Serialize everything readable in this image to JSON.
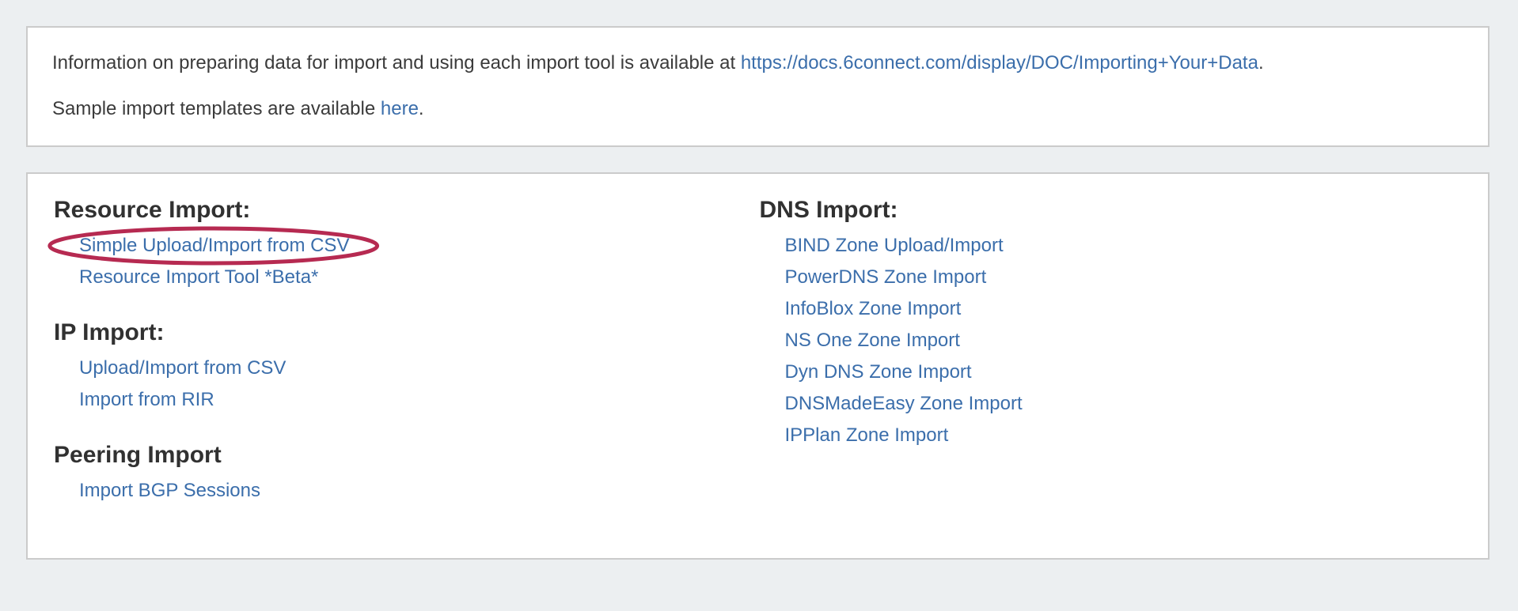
{
  "colors": {
    "page_background": "#eceff1",
    "panel_border": "#cbcbcb",
    "panel_background": "#ffffff",
    "body_text": "#3b3b3b",
    "heading_text": "#313131",
    "link_blue": "#3b6eab",
    "annotation_red": "#b62a51"
  },
  "info_panel": {
    "line1": {
      "prefix": "Information on preparing data for import and using each import tool is available at ",
      "link": "https://docs.6connect.com/display/DOC/Importing+Your+Data",
      "suffix": "."
    },
    "line2": {
      "prefix": "Sample import templates are available ",
      "link": "here",
      "suffix": "."
    }
  },
  "import_panel": {
    "resource": {
      "heading": "Resource Import:",
      "links": [
        "Simple Upload/Import from CSV",
        "Resource Import Tool *Beta*"
      ]
    },
    "ip": {
      "heading": "IP Import:",
      "links": [
        "Upload/Import from CSV",
        "Import from RIR"
      ]
    },
    "peering": {
      "heading": "Peering Import",
      "links": [
        "Import BGP Sessions"
      ]
    },
    "dns": {
      "heading": "DNS Import:",
      "links": [
        "BIND Zone Upload/Import",
        "PowerDNS Zone Import",
        "InfoBlox Zone Import",
        "NS One Zone Import",
        "Dyn DNS Zone Import",
        "DNSMadeEasy Zone Import",
        "IPPlan Zone Import"
      ]
    },
    "annotation": {
      "shape": "ellipse",
      "circled_link": "Simple Upload/Import from CSV"
    }
  }
}
